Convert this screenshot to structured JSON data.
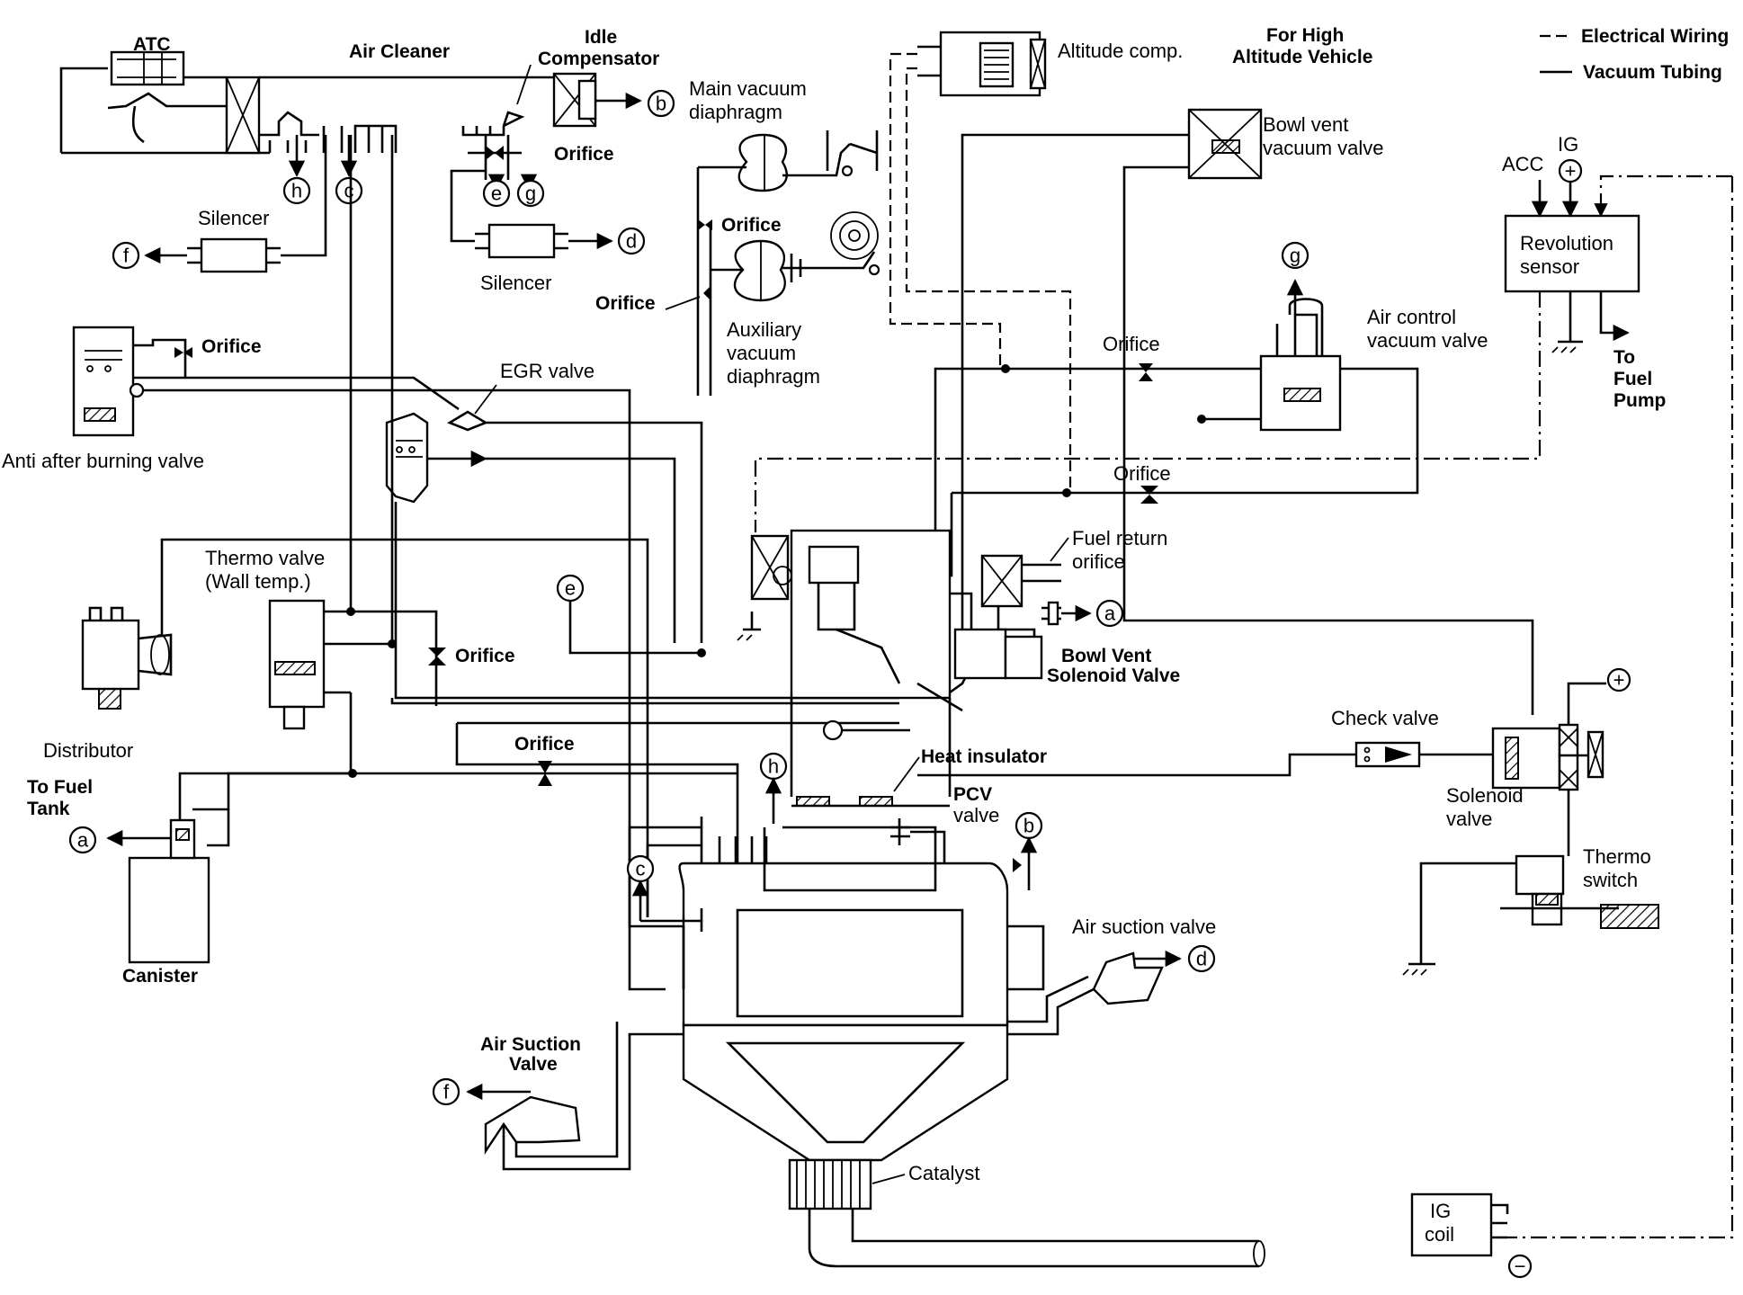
{
  "labels": {
    "atc": "ATC",
    "air_cleaner": "Air Cleaner",
    "idle_compensator_1": "Idle",
    "idle_compensator_2": "Compensator",
    "orifice": "Orifice",
    "silencer": "Silencer",
    "main_vac_1": "Main vacuum",
    "main_vac_2": "diaphragm",
    "aux_vac_1": "Auxiliary",
    "aux_vac_2": "vacuum",
    "aux_vac_3": "diaphragm",
    "altitude_comp": "Altitude comp.",
    "high_alt_1": "For High",
    "high_alt_2": "Altitude Vehicle",
    "bowl_vent_vac_1": "Bowl vent",
    "bowl_vent_vac_2": "vacuum valve",
    "electrical_wiring": "Electrical Wiring",
    "vacuum_tubing": "Vacuum Tubing",
    "acc": "ACC",
    "ig": "IG",
    "rev_sensor_1": "Revolution",
    "rev_sensor_2": "sensor",
    "to_fuel_pump_1": "To",
    "to_fuel_pump_2": "Fuel",
    "to_fuel_pump_3": "Pump",
    "air_control_1": "Air control",
    "air_control_2": "vacuum valve",
    "anti_after_burning": "Anti after burning valve",
    "egr_valve": "EGR valve",
    "thermo_valve_1": "Thermo valve",
    "thermo_valve_2": "(Wall temp.)",
    "distributor": "Distributor",
    "fuel_return_1": "Fuel return",
    "fuel_return_2": "orifice",
    "bowl_vent_sol_1": "Bowl Vent",
    "bowl_vent_sol_2": "Solenoid Valve",
    "check_valve": "Check valve",
    "solenoid_1": "Solenoid",
    "solenoid_2": "valve",
    "thermo_switch_1": "Thermo",
    "thermo_switch_2": "switch",
    "heat_insulator": "Heat insulator",
    "pcv_1": "PCV",
    "pcv_2": "valve",
    "to_fuel_tank_1": "To Fuel",
    "to_fuel_tank_2": "Tank",
    "canister": "Canister",
    "air_suction_valve": "Air suction valve",
    "air_suction_valve_b1": "Air Suction",
    "air_suction_valve_b2": "Valve",
    "catalyst": "Catalyst",
    "ig_coil_1": "IG",
    "ig_coil_2": "coil"
  },
  "connectors": {
    "a": "a",
    "b": "b",
    "c": "c",
    "d": "d",
    "e": "e",
    "f": "f",
    "g": "g",
    "h": "h"
  },
  "symbols": {
    "plus": "+",
    "minus": "−"
  }
}
